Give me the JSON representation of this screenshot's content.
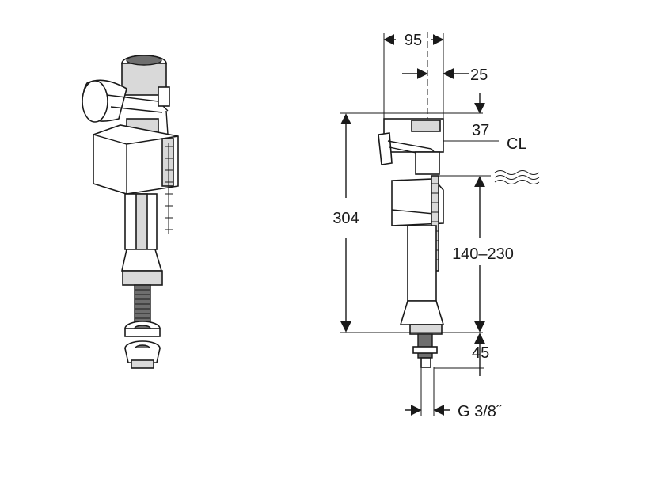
{
  "dimensions": {
    "width_top": "95",
    "offset_top": "25",
    "top_gap": "37",
    "centerline": "CL",
    "overall_height": "304",
    "adjust_range": "140–230",
    "bottom": "45",
    "thread": "G 3/8˝"
  },
  "colors": {
    "ink": "#1a1a1a",
    "shade": "#d9d9d9",
    "dark": "#6e6e6e"
  },
  "icons": {
    "water_level": "water-wave-icon"
  }
}
